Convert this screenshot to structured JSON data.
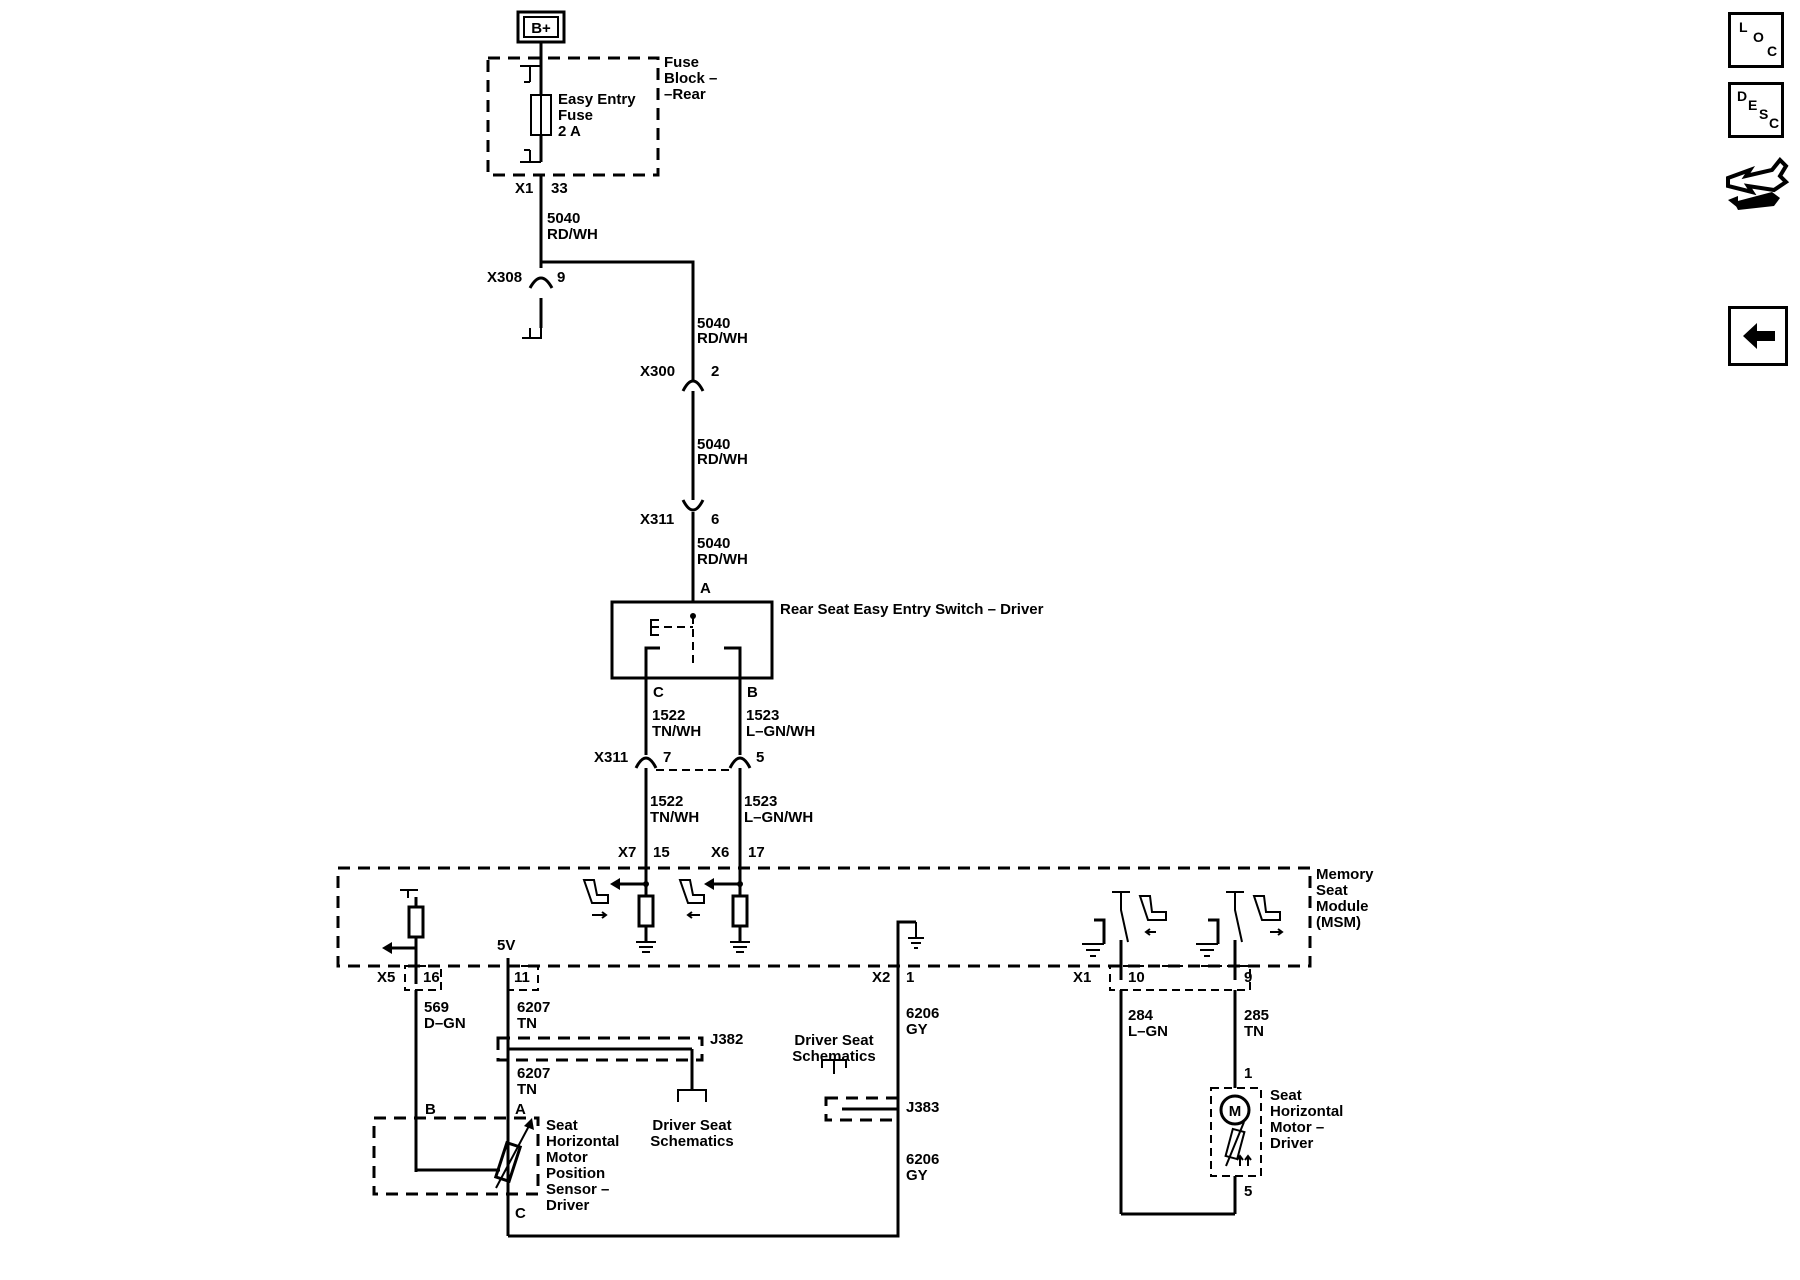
{
  "power": {
    "label": "B+"
  },
  "fuse_block": {
    "name": "Fuse Block – Rear",
    "fuse_name": "Easy Entry Fuse",
    "fuse_rating": "2 A",
    "connector": "X1",
    "pin": "33"
  },
  "wires": {
    "w5040": {
      "circuit": "5040",
      "color": "RD/WH"
    },
    "w1522": {
      "circuit": "1522",
      "color": "TN/WH"
    },
    "w1523": {
      "circuit": "1523",
      "color": "L–GN/WH"
    },
    "w569": {
      "circuit": "569",
      "color": "D–GN"
    },
    "w6207": {
      "circuit": "6207",
      "color": "TN"
    },
    "w6206": {
      "circuit": "6206",
      "color": "GY"
    },
    "w284": {
      "circuit": "284",
      "color": "L–GN"
    },
    "w285": {
      "circuit": "285",
      "color": "TN"
    }
  },
  "connectors": {
    "x308": {
      "name": "X308",
      "pin": "9"
    },
    "x300": {
      "name": "X300",
      "pin": "2"
    },
    "x311a": {
      "name": "X311",
      "pin": "6"
    },
    "x311b": {
      "name": "X311",
      "pin_left": "7",
      "pin_right": "5"
    },
    "x7": {
      "name": "X7",
      "pin": "15"
    },
    "x6": {
      "name": "X6",
      "pin": "17"
    },
    "x5": {
      "name": "X5",
      "pin": "16"
    },
    "x2": {
      "name": "X2",
      "pin": "1"
    },
    "x1": {
      "name": "X1",
      "pin_left": "10",
      "pin_right": "9"
    },
    "pin11": "11",
    "five_v": "5V"
  },
  "switch": {
    "name": "Rear Seat Easy Entry Switch – Driver",
    "pin_a": "A",
    "pin_b": "B",
    "pin_c": "C"
  },
  "module": {
    "name": "Memory Seat Module (MSM)"
  },
  "splices": {
    "j382": "J382",
    "j383": "J383"
  },
  "references": {
    "driver_seat_schematics": "Driver Seat Schematics"
  },
  "sensor": {
    "name": "Seat Horizontal Motor Position Sensor – Driver",
    "pin_a": "A",
    "pin_b": "B",
    "pin_c": "C"
  },
  "motor": {
    "name": "Seat Horizontal Motor – Driver",
    "symbol": "M",
    "pin_top": "1",
    "pin_bottom": "5"
  },
  "sidebar": {
    "loc": [
      "L",
      "O",
      "C"
    ],
    "desc": [
      "D",
      "E",
      "S",
      "C"
    ]
  }
}
